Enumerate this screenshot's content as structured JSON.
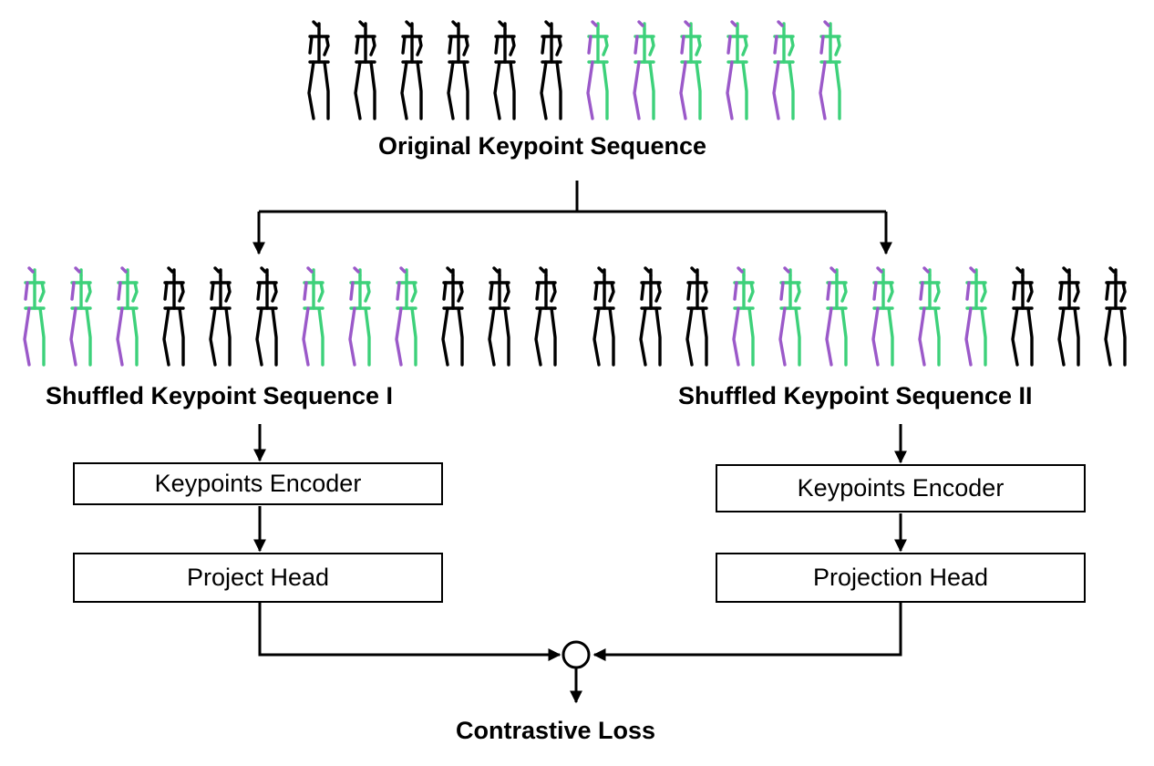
{
  "labels": {
    "original": "Original Keypoint Sequence",
    "shuffled_1": "Shuffled Keypoint Sequence I",
    "shuffled_2": "Shuffled Keypoint Sequence II",
    "loss": "Contrastive Loss"
  },
  "branch_1": {
    "encoder": "Keypoints Encoder",
    "head": "Project Head"
  },
  "branch_2": {
    "encoder": "Keypoints Encoder",
    "head": "Projection Head"
  },
  "colors": {
    "ink": "#000000",
    "skeleton_black": "#000000",
    "skeleton_green": "#3dd17a",
    "skeleton_purple": "#9b59c9"
  },
  "sequences": {
    "original": [
      "black",
      "black",
      "black",
      "black",
      "black",
      "black",
      "color",
      "color",
      "color",
      "color",
      "color",
      "color"
    ],
    "shuffled_1": [
      "color",
      "color",
      "color",
      "black",
      "black",
      "black",
      "color",
      "color",
      "color",
      "black",
      "black",
      "black"
    ],
    "shuffled_2": [
      "black",
      "black",
      "black",
      "color",
      "color",
      "color",
      "color",
      "color",
      "color",
      "black",
      "black",
      "black"
    ]
  }
}
